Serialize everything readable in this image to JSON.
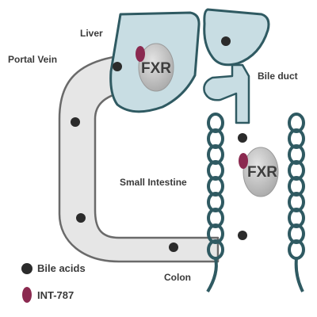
{
  "labels": {
    "liver": "Liver",
    "portal_vein": "Portal Vein",
    "bile_duct": "Bile duct",
    "small_intestine": "Small Intestine",
    "colon": "Colon"
  },
  "receptors": {
    "liver_fxr": "FXR",
    "intestine_fxr": "FXR"
  },
  "legend": {
    "bile_acids": "Bile acids",
    "int_787": "INT-787"
  },
  "colors": {
    "organ_fill": "#c8dde3",
    "organ_stroke": "#2f5a62",
    "intestine_stroke": "#2f5a62",
    "vein_fill": "#e6e6e6",
    "vein_stroke": "#6a6a6a",
    "bile_acid_dot": "#2b2b2b",
    "int_787": "#8b2a50",
    "fxr_fill": "#c4c4c4"
  }
}
